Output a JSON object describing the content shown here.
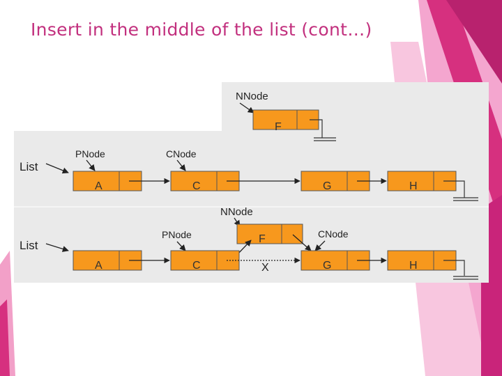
{
  "slide": {
    "title": "Insert in the middle of the list (cont…)",
    "accent_color": "#c2307e"
  },
  "diagram": {
    "node_fill": "#f7981d",
    "top": {
      "list_label": "List",
      "pnode_label": "PNode",
      "cnode_label": "CNode",
      "nnode_label": "NNode",
      "nodes": [
        "A",
        "C",
        "G",
        "H"
      ],
      "new_node": "F"
    },
    "bottom": {
      "list_label": "List",
      "pnode_label": "PNode",
      "cnode_label": "CNode",
      "nnode_label": "NNode",
      "nodes": [
        "A",
        "C",
        "G",
        "H"
      ],
      "new_node": "F",
      "removed_link_label": "X"
    }
  }
}
